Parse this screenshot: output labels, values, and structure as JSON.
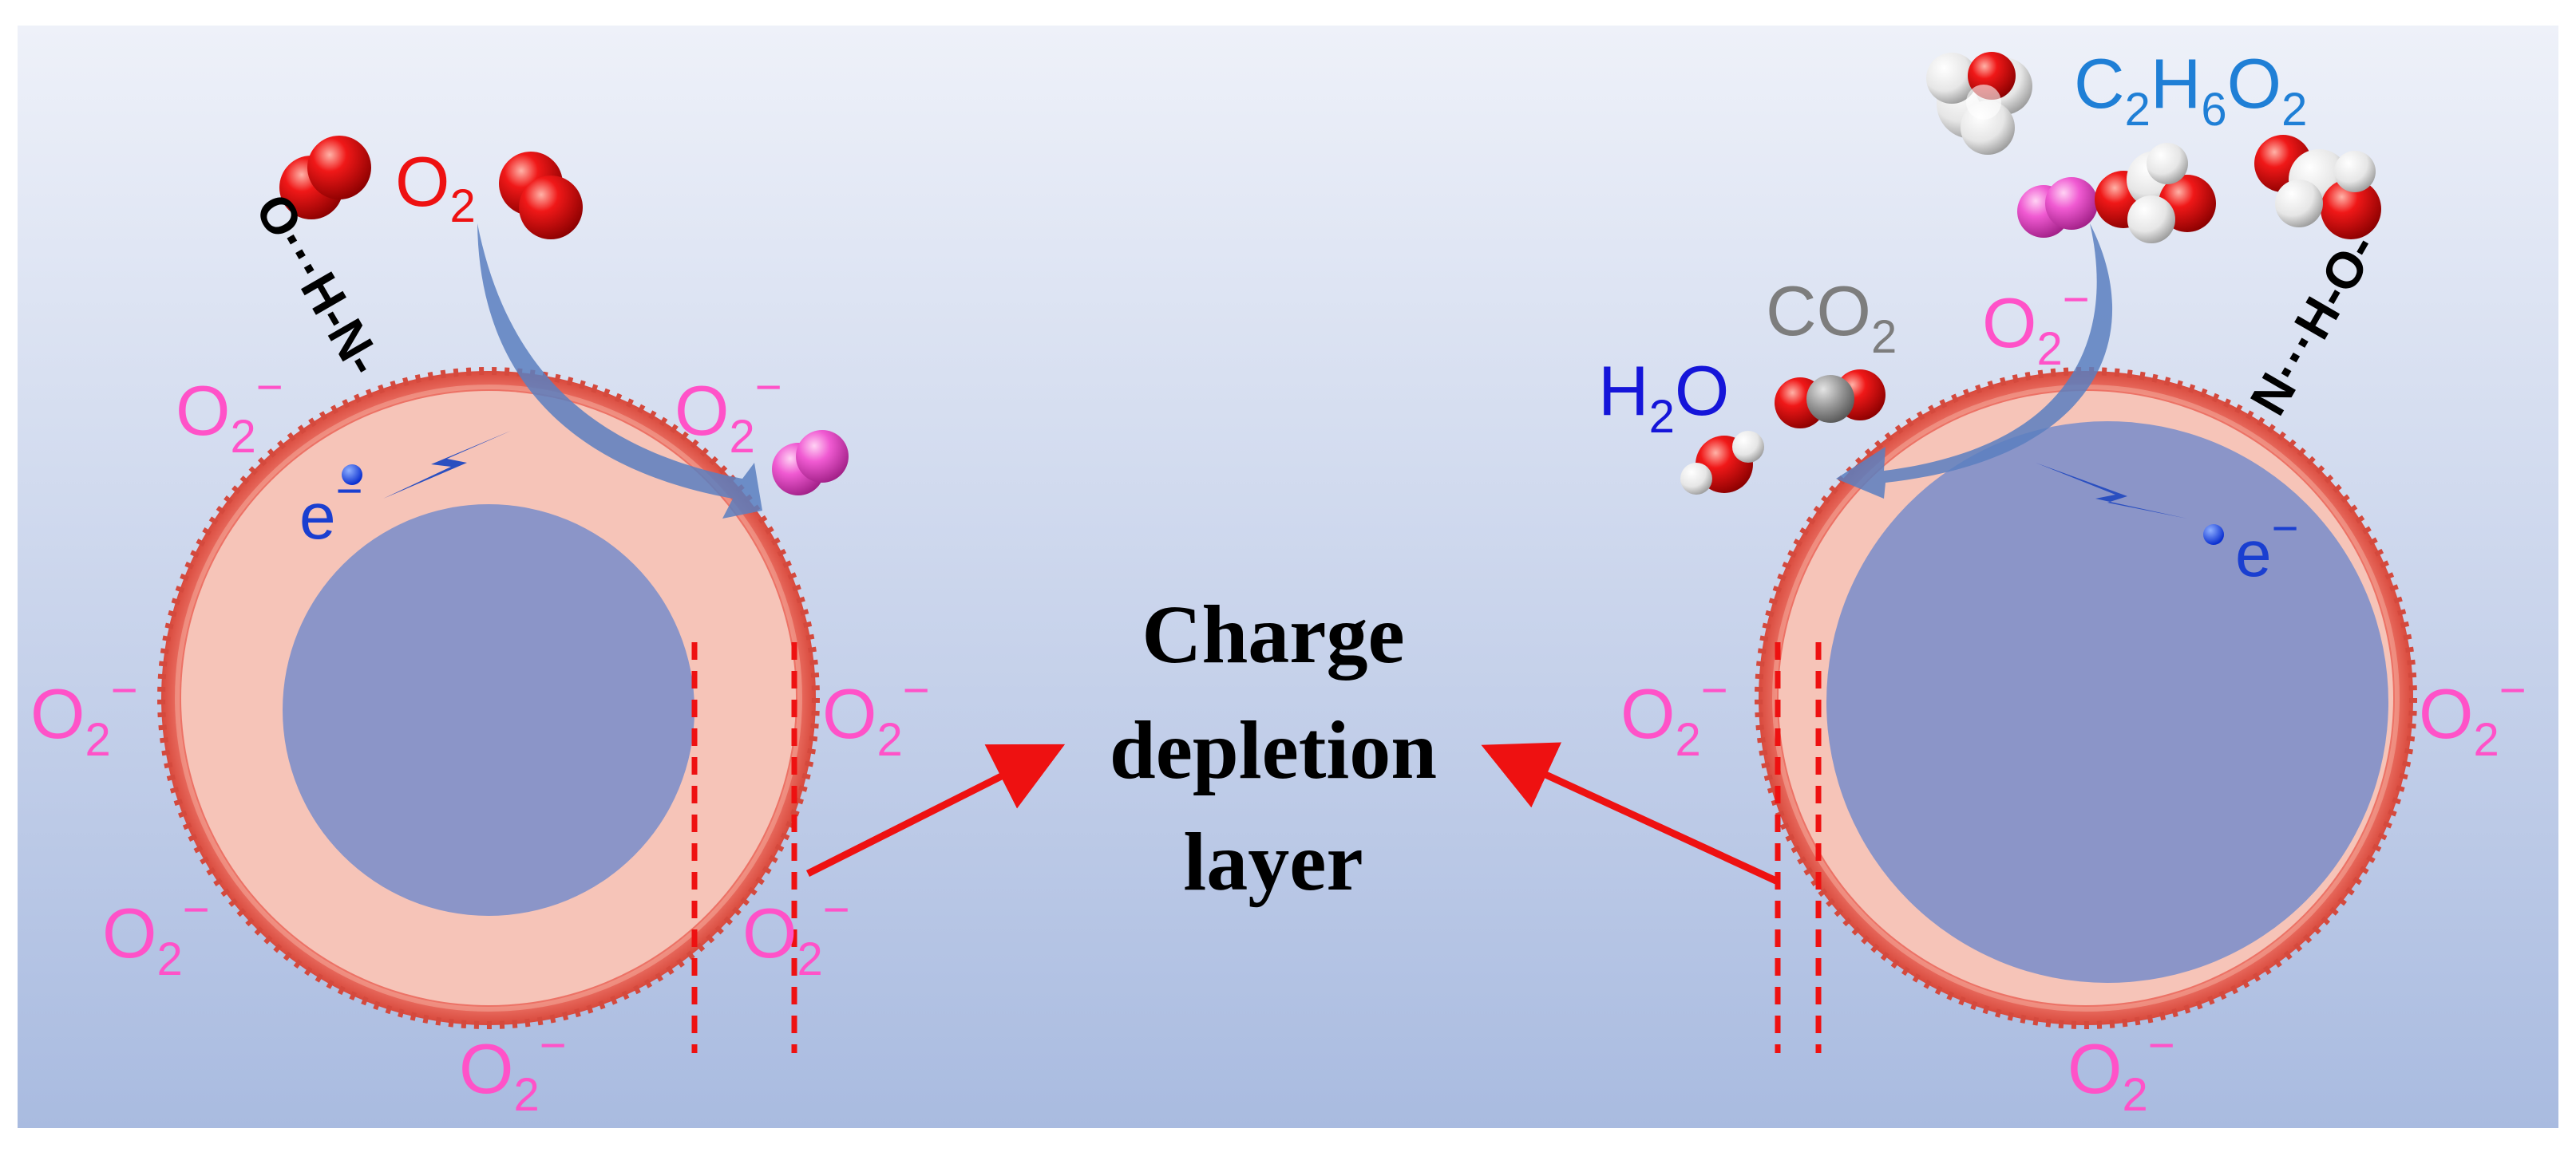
{
  "labels": {
    "o2": "O",
    "o2_sub": "2",
    "superoxide": "O",
    "superoxide_sub": "2",
    "superoxide_sup": "−",
    "electron": "e",
    "electron_sup": "−",
    "bond_left": "O···H-N-",
    "bond_right": "N···H-O-",
    "co2": "CO",
    "co2_sub": "2",
    "h2o_h": "H",
    "h2o_sub": "2",
    "h2o_o": "O",
    "c2h6o2_c": "C",
    "c2h6o2_sub1": "2",
    "c2h6o2_h": "H",
    "c2h6o2_sub2": "6",
    "c2h6o2_o": "O",
    "c2h6o2_sub3": "2",
    "center_line1": "Charge",
    "center_line2": "depletion",
    "center_line3": "layer"
  },
  "colors": {
    "background_top": "#eef1f9",
    "background_bottom": "#a9bbe0",
    "shell": "#e8685c",
    "inner_shell": "#f6c4b8",
    "core": "#8190c9",
    "superoxide_text": "#ff52c8",
    "o2_text": "#ee1111",
    "electron_text": "#1a3fd0",
    "c2h6o2_text": "#1f7fd6",
    "co2_text": "#7d7d7d",
    "h2o_text": "#1515d9",
    "arrow_red": "#ee1111",
    "curved_arrow": "#5a7fbf"
  }
}
